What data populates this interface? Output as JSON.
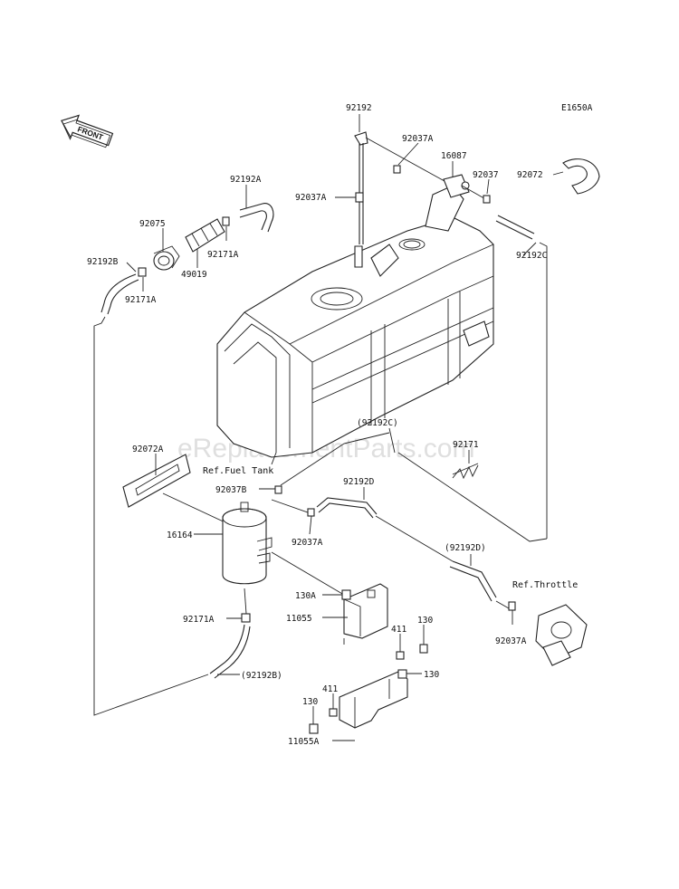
{
  "diagram_code": "E1650A",
  "direction": "FRONT",
  "watermark": "eReplacementParts.com",
  "refs": {
    "fuel_tank": "Ref.Fuel Tank",
    "throttle": "Ref.Throttle"
  },
  "labels": {
    "p92192": "92192",
    "p92037A_top": "92037A",
    "p16087": "16087",
    "p92037": "92037",
    "p92072": "92072",
    "p92192A": "92192A",
    "p92037A_left": "92037A",
    "p92075": "92075",
    "p92171A_top": "92171A",
    "p92192B_top": "92192B",
    "p49019": "49019",
    "p92171A_left": "92171A",
    "p92192C": "92192C",
    "p92192C_paren": "(92192C)",
    "p92171": "92171",
    "p92072A": "92072A",
    "p92192D": "92192D",
    "p92037B": "92037B",
    "p16164": "16164",
    "p92037A_mid": "92037A",
    "p92192D_paren": "(92192D)",
    "p130A": "130A",
    "p11055": "11055",
    "p92171A_bottom": "92171A",
    "p411_top": "411",
    "p130_top": "130",
    "p130_right": "130",
    "p92192B_paren": "(92192B)",
    "p92037A_right": "92037A",
    "p411_bottom": "411",
    "p130_bottom": "130",
    "p11055A": "11055A"
  }
}
